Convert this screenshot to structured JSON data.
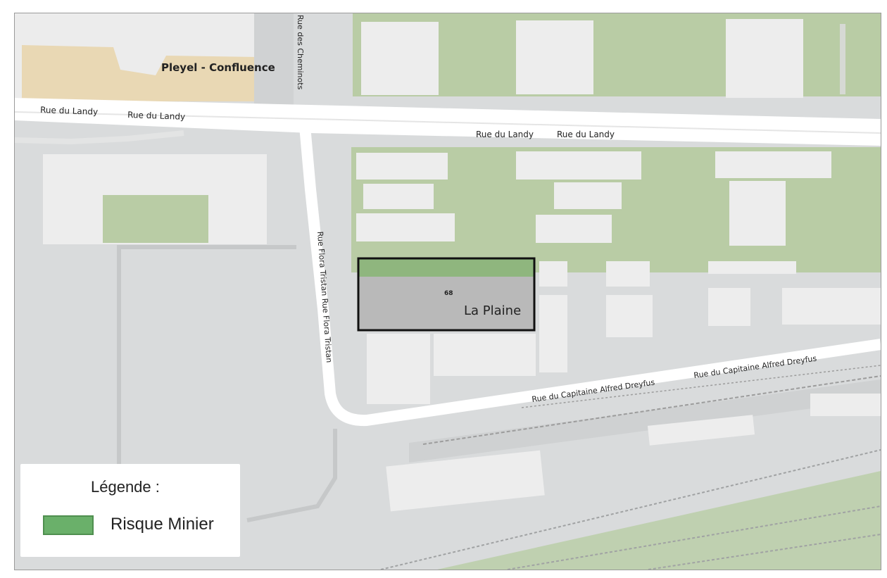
{
  "map": {
    "place_label": "Pleyel - Confluence",
    "parcel_label": "La Plaine",
    "parcel_number": "68",
    "streets": {
      "landy_left_1": "Rue du Landy",
      "landy_left_2": "Rue du Landy",
      "landy_right_1": "Rue du Landy",
      "landy_right_2": "Rue du Landy",
      "cheminots": "Rue des Cheminots",
      "flora_tristan": "Rue Flora Tristan Rue Flora Tristan",
      "dreyfus_1": "Rue du Capitaine Alfred Dreyfus",
      "dreyfus_2": "Rue du Capitaine Alfred Dreyfus"
    },
    "colors": {
      "background": "#d9dbdc",
      "building": "#ededed",
      "green_zone": "#b9cca5",
      "risk_green": "#6ab06a",
      "road": "#ffffff",
      "highlight_zone": "#b9b9b9",
      "parcel_outline": "#111111"
    }
  },
  "legend": {
    "title": "Légende :",
    "items": [
      {
        "label": "Risque Minier",
        "color": "#6ab06a"
      }
    ]
  }
}
